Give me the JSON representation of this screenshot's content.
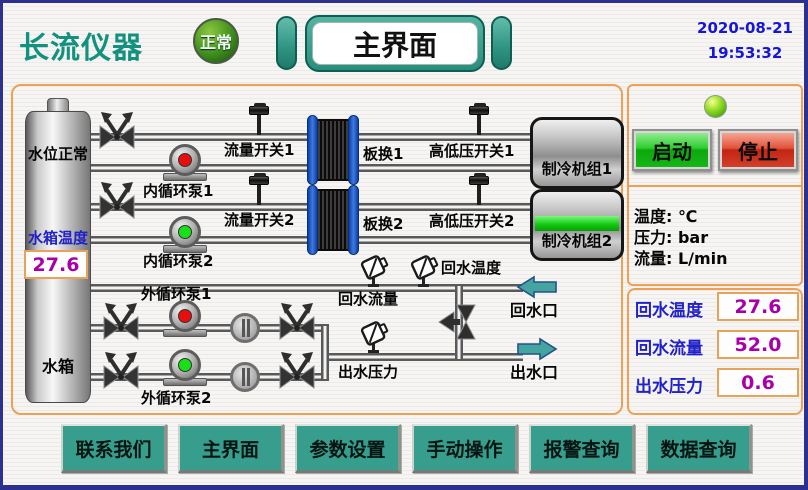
{
  "header": {
    "logo": "长流仪器",
    "status": "正常",
    "title": "主界面",
    "date": "2020-08-21",
    "time": "19:53:32"
  },
  "tank": {
    "level": "水位正常",
    "temp_label": "水箱温度",
    "temp_value": "27.6",
    "name": "水箱"
  },
  "diagram": {
    "flow_switch_1": "流量开关1",
    "flow_switch_2": "流量开关2",
    "plate_hx_1": "板换1",
    "plate_hx_2": "板换2",
    "hilo_switch_1": "高低压开关1",
    "hilo_switch_2": "高低压开关2",
    "chiller_1": "制冷机组1",
    "chiller_2": "制冷机组2",
    "inner_pump_1": "内循环泵1",
    "inner_pump_2": "内循环泵2",
    "outer_pump_1": "外循环泵1",
    "outer_pump_2": "外循环泵2",
    "return_temp": "回水温度",
    "return_flow": "回水流量",
    "outlet_pressure": "出水压力",
    "return_port": "回水口",
    "outlet_port": "出水口"
  },
  "controls": {
    "start": "启动",
    "stop": "停止",
    "units": [
      "温度: ℃",
      "压力: bar",
      "流量: L/min"
    ],
    "readings": [
      {
        "label": "回水温度",
        "value": "27.6"
      },
      {
        "label": "回水流量",
        "value": "52.0"
      },
      {
        "label": "出水压力",
        "value": "0.6"
      }
    ]
  },
  "nav": {
    "items": [
      {
        "label": "联系我们"
      },
      {
        "label": "主界面"
      },
      {
        "label": "参数设置"
      },
      {
        "label": "手动操作"
      },
      {
        "label": "报警查询"
      },
      {
        "label": "数据查询"
      }
    ]
  },
  "colors": {
    "accent_teal": "#2f9483",
    "alarm_red": "#e80e0e",
    "ok_green": "#18e018",
    "value_purple": "#a800a8",
    "label_blue": "#2121c8",
    "border_orange": "#efa054"
  }
}
